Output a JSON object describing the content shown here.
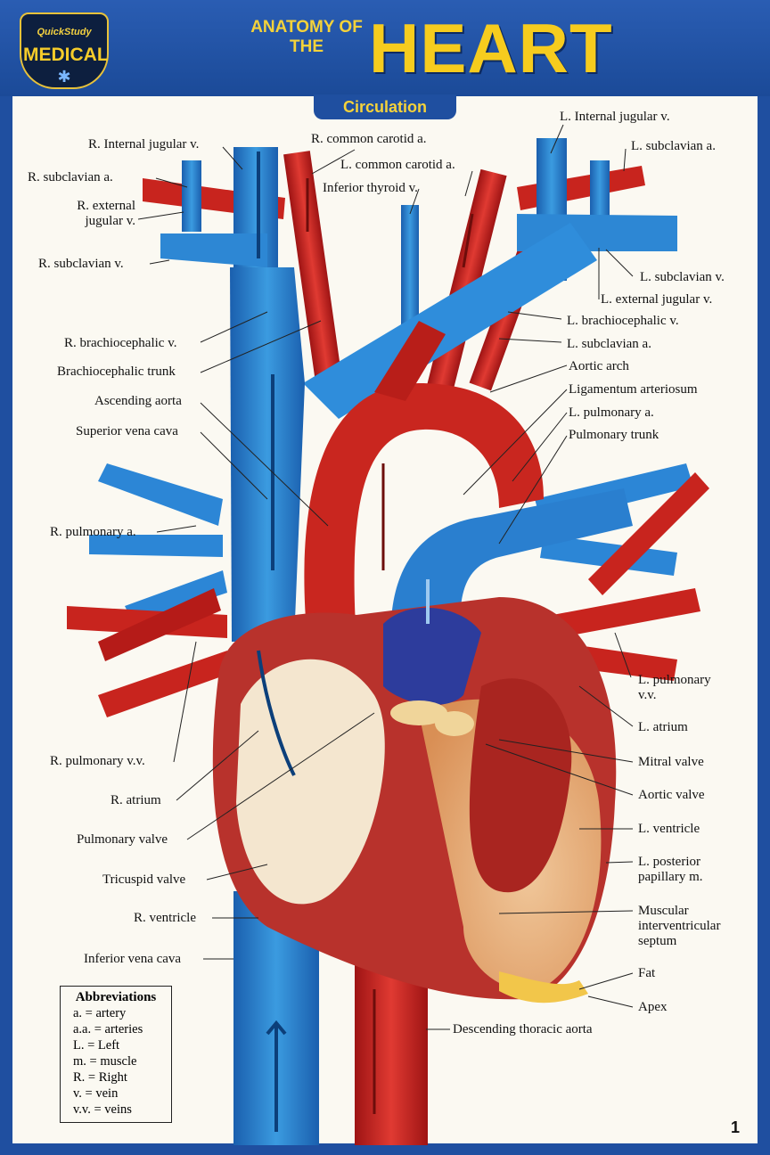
{
  "header": {
    "logo_small": "QuickStudy",
    "logo_big": "MEDICAL",
    "title_small": "ANATOMY OF THE",
    "title_big": "HEART"
  },
  "section_tab": "Circulation",
  "labels": {
    "r_internal_jugular_v": "R. Internal jugular v.",
    "r_common_carotid_a": "R. common carotid a.",
    "l_internal_jugular_v": "L. Internal jugular v.",
    "l_subclavian_a_top": "L. subclavian a.",
    "l_common_carotid_a": "L. common carotid a.",
    "r_subclavian_a": "R. subclavian a.",
    "inferior_thyroid_v": "Inferior thyroid v.",
    "r_external_jugular_v_1": "R. external",
    "r_external_jugular_v_2": "jugular v.",
    "r_subclavian_v": "R. subclavian v.",
    "l_subclavian_v": "L. subclavian v.",
    "l_external_jugular_v": "L. external jugular v.",
    "l_brachiocephalic_v": "L. brachiocephalic v.",
    "r_brachiocephalic_v": "R. brachiocephalic v.",
    "l_subclavian_a": "L. subclavian a.",
    "brachiocephalic_trunk": "Brachiocephalic trunk",
    "aortic_arch": "Aortic arch",
    "ascending_aorta": "Ascending aorta",
    "ligamentum_arteriosum": "Ligamentum arteriosum",
    "l_pulmonary_a": "L. pulmonary a.",
    "superior_vena_cava": "Superior vena cava",
    "pulmonary_trunk": "Pulmonary trunk",
    "r_pulmonary_a": "R. pulmonary a.",
    "l_pulmonary_vv_1": "L. pulmonary",
    "l_pulmonary_vv_2": "v.v.",
    "l_atrium": "L. atrium",
    "r_pulmonary_vv": "R. pulmonary v.v.",
    "mitral_valve": "Mitral valve",
    "r_atrium": "R. atrium",
    "aortic_valve": "Aortic valve",
    "pulmonary_valve": "Pulmonary valve",
    "l_ventricle": "L. ventricle",
    "tricuspid_valve": "Tricuspid valve",
    "l_posterior_papillary_1": "L. posterior",
    "l_posterior_papillary_2": "papillary m.",
    "r_ventricle": "R. ventricle",
    "muscular_ivs_1": "Muscular",
    "muscular_ivs_2": "interventricular",
    "muscular_ivs_3": "septum",
    "inferior_vena_cava": "Inferior vena cava",
    "fat": "Fat",
    "apex": "Apex",
    "descending_thoracic_aorta": "Descending thoracic aorta"
  },
  "abbreviations": {
    "title": "Abbreviations",
    "rows": [
      "a. = artery",
      "a.a. = arteries",
      "L. = Left",
      "m. = muscle",
      "R. = Right",
      "v. = vein",
      "v.v. = veins"
    ]
  },
  "page_number": "1",
  "colors": {
    "frame_blue": "#1f4fa0",
    "title_yellow": "#f6cc1e",
    "artery_red": "#c41e1e",
    "vein_blue": "#1f77c8",
    "background": "#fbf9f2"
  }
}
